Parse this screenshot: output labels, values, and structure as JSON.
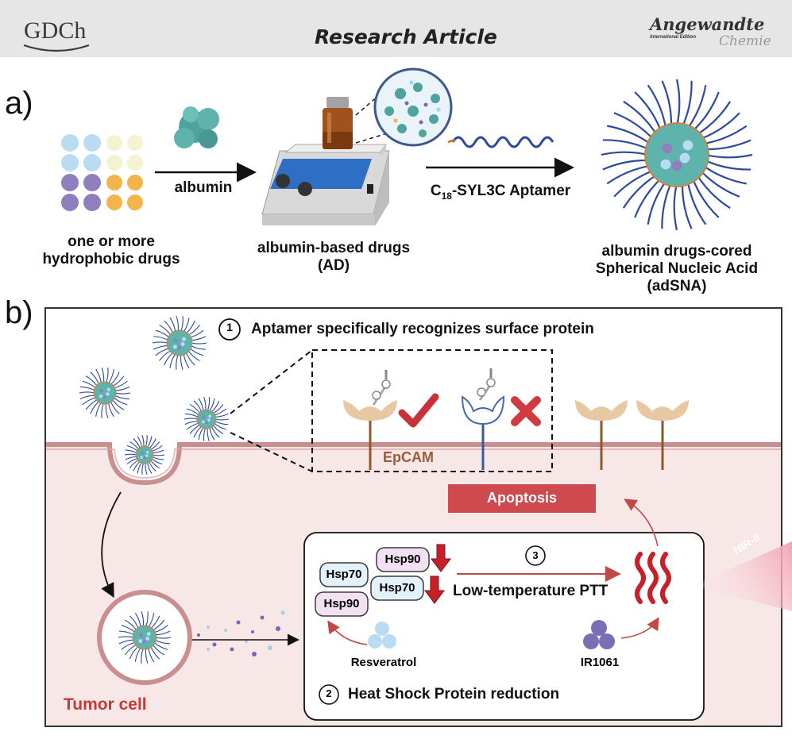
{
  "header": {
    "left_logo": "GDCh",
    "title": "Research Article",
    "right_logo_main": "Angewandte",
    "right_logo_sub": "International Edition",
    "right_logo_chemie": "Chemie"
  },
  "panel_a": {
    "letter": "a)",
    "drugs_label_line1": "one or more",
    "drugs_label_line2": "hydrophobic drugs",
    "arrow1_label": "albumin",
    "ad_label_line1": "albumin-based drugs",
    "ad_label_line2": "(AD)",
    "arrow2_label_prefix": "C",
    "arrow2_label_sub": "18",
    "arrow2_label_suffix": "-SYL3C Aptamer",
    "adsna_label_line1": "albumin drugs-cored",
    "adsna_label_line2": "Spherical Nucleic Acid",
    "adsna_label_line3": "(adSNA)"
  },
  "panel_b": {
    "letter": "b)",
    "step1_num": "1",
    "step1_text": "Aptamer specifically recognizes surface protein",
    "epcam_label": "EpCAM",
    "apoptosis_label": "Apoptosis",
    "hsp_labels": [
      "Hsp90",
      "Hsp70",
      "Hsp70",
      "Hsp90"
    ],
    "step3_num": "3",
    "ptt_label": "Low-temperature PTT",
    "resveratrol_label": "Resveratrol",
    "ir_label": "IR1061",
    "step2_num": "2",
    "step2_text": "Heat Shock Protein reduction",
    "nir_label": "NIR-II",
    "tumor_label": "Tumor cell"
  },
  "colors": {
    "header_bg": "#e6e6e6",
    "cell_bg": "#f7e7e7",
    "membrane": "#c98f8f",
    "apoptosis": "#cf4a4f",
    "red_arrow": "#b02b2b",
    "tumor_text": "#c33a3a",
    "epcam_text": "#9b5b3a",
    "receptor": "#e6c9a3",
    "strand_blue": "#2c4a9a",
    "core_teal": "#5fb3ad"
  }
}
